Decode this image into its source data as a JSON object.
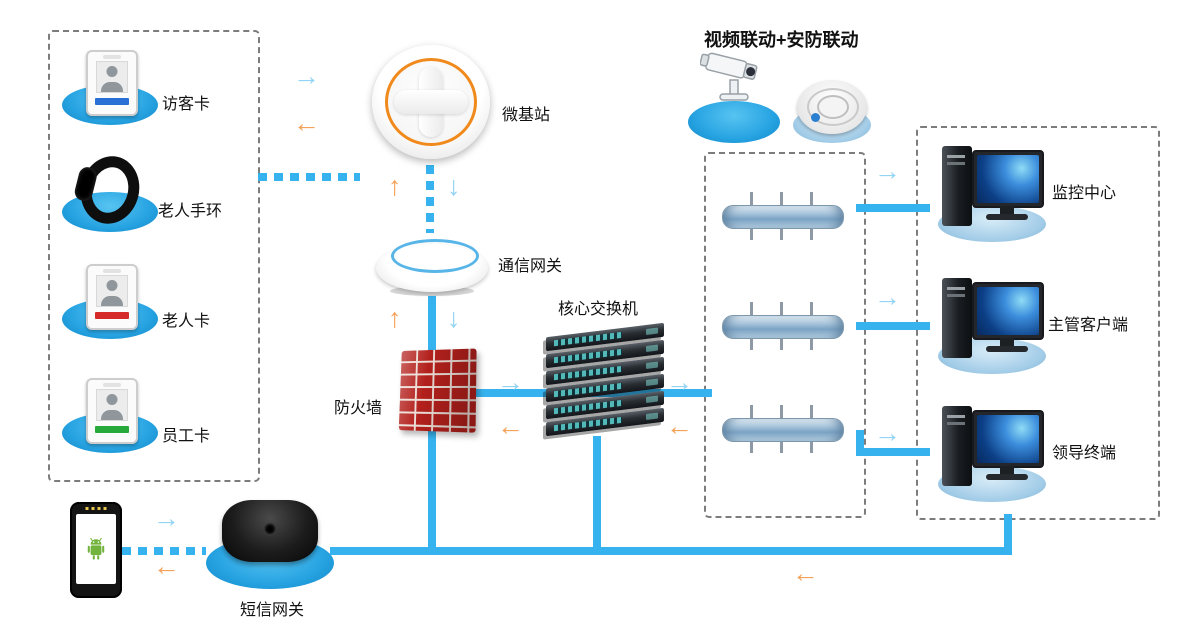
{
  "icons": {
    "arrow_right": "→",
    "arrow_left": "←",
    "arrow_up": "↑",
    "arrow_down": "↓"
  },
  "terminals": {
    "items": [
      {
        "label": "访客卡"
      },
      {
        "label": "老人手环"
      },
      {
        "label": "老人卡"
      },
      {
        "label": "员工卡"
      }
    ]
  },
  "core": {
    "base_station": "微基站",
    "gateway": "通信网关",
    "firewall": "防火墙",
    "switch": "核心交换机"
  },
  "security": {
    "title": "视频联动+安防联动"
  },
  "clients": {
    "items": [
      {
        "label": "监控中心"
      },
      {
        "label": "主管客户端"
      },
      {
        "label": "领导终端"
      }
    ]
  },
  "sms": {
    "label": "短信网关"
  },
  "colors": {
    "line_blue": "#36b3ee",
    "arrow_blue": "#92d4f4",
    "arrow_orange": "#f4a259",
    "ellipse_blue": "#27a3e2",
    "firewall_red": "#b3201c",
    "ring_orange": "#f08a1d"
  }
}
